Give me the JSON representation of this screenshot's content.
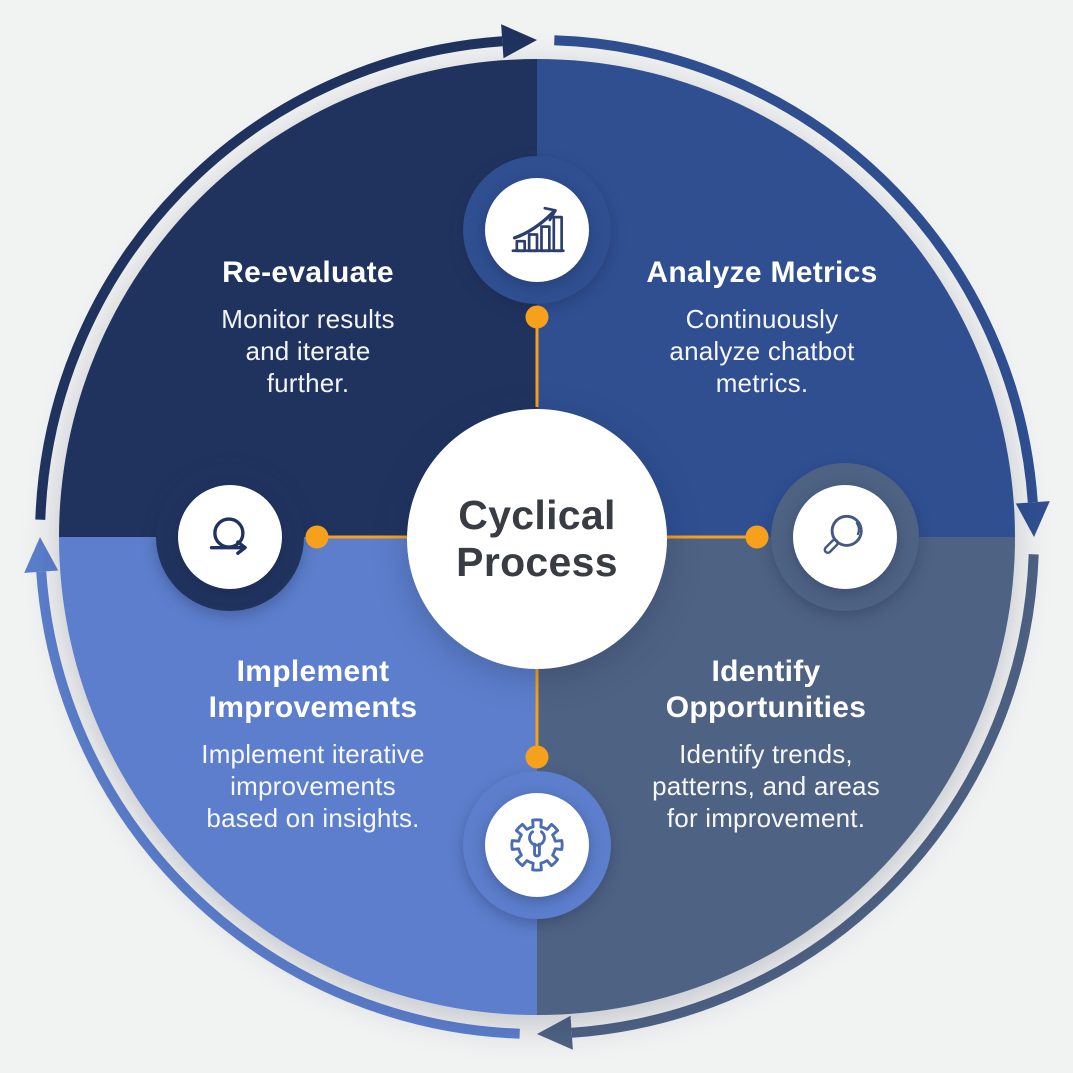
{
  "diagram": {
    "center_title": "Cyclical\nProcess",
    "accent_color": "#F7A01B",
    "steps": [
      {
        "title": "Analyze Metrics",
        "description": "Continuously\nanalyze chatbot\nmetrics.",
        "icon": "growth-chart-icon",
        "color": "#2F4F91"
      },
      {
        "title": "Identify\nOpportunities",
        "description": "Identify trends,\npatterns, and areas\nfor improvement.",
        "icon": "magnifier-icon",
        "color": "#4E6284"
      },
      {
        "title": "Implement\nImprovements",
        "description": "Implement iterative\nimprovements\nbased on insights.",
        "icon": "gear-wrench-icon",
        "color": "#5C7ECC"
      },
      {
        "title": "Re-evaluate",
        "description": "Monitor results\nand iterate\nfurther.",
        "icon": "agile-loop-icon",
        "color": "#20335F"
      }
    ]
  }
}
